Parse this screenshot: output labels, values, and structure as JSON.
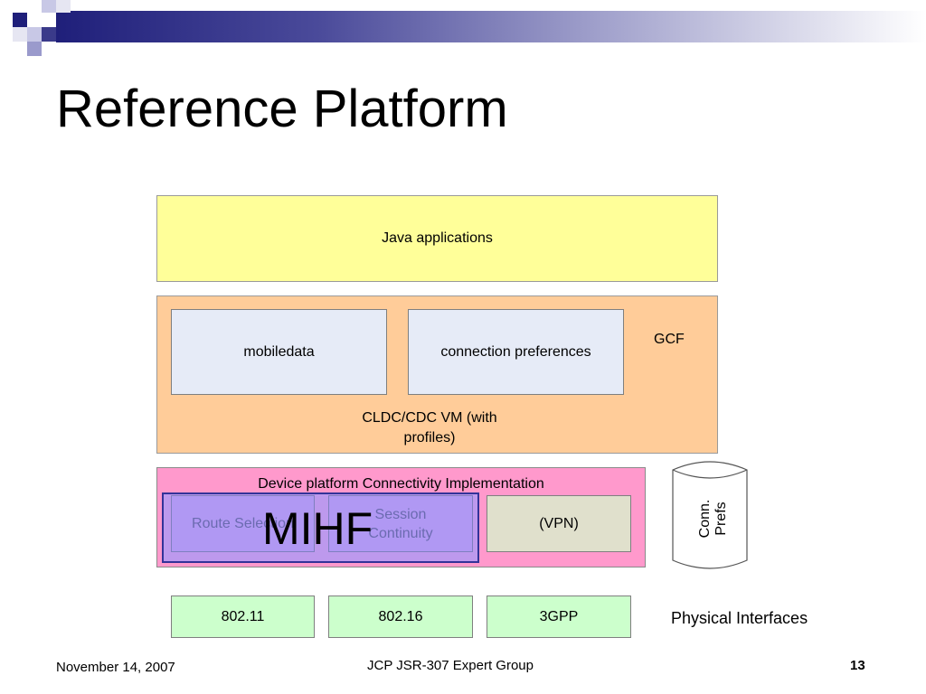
{
  "slide": {
    "title": "Reference Platform"
  },
  "diagram": {
    "java_apps": "Java applications",
    "mobiledata": "mobiledata",
    "connection_preferences": "connection preferences",
    "gcf": "GCF",
    "vm_line1": "CLDC/CDC VM (with",
    "vm_line2": "profiles)",
    "dpci": "Device platform Connectivity Implementation",
    "route_selection": "Route Selection",
    "session_line1": "Session",
    "session_line2": "Continuity",
    "vpn": "(VPN)",
    "mihf": "MIHF",
    "conn_prefs_line1": "Conn.",
    "conn_prefs_line2": "Prefs",
    "interfaces": [
      "802.11",
      "802.16",
      "3GPP"
    ],
    "physical_interfaces": "Physical Interfaces"
  },
  "footer": {
    "date": "November 14, 2007",
    "group": "JCP JSR-307 Expert Group",
    "page_number": "13"
  },
  "colors": {
    "java_fill": "#ffff99",
    "vm_fill": "#ffcc99",
    "dpci_fill": "#ff99cc",
    "mihf_fill": "#9999ff",
    "phy_fill": "#ccffcc",
    "header_accent": "#1f1f7a"
  }
}
